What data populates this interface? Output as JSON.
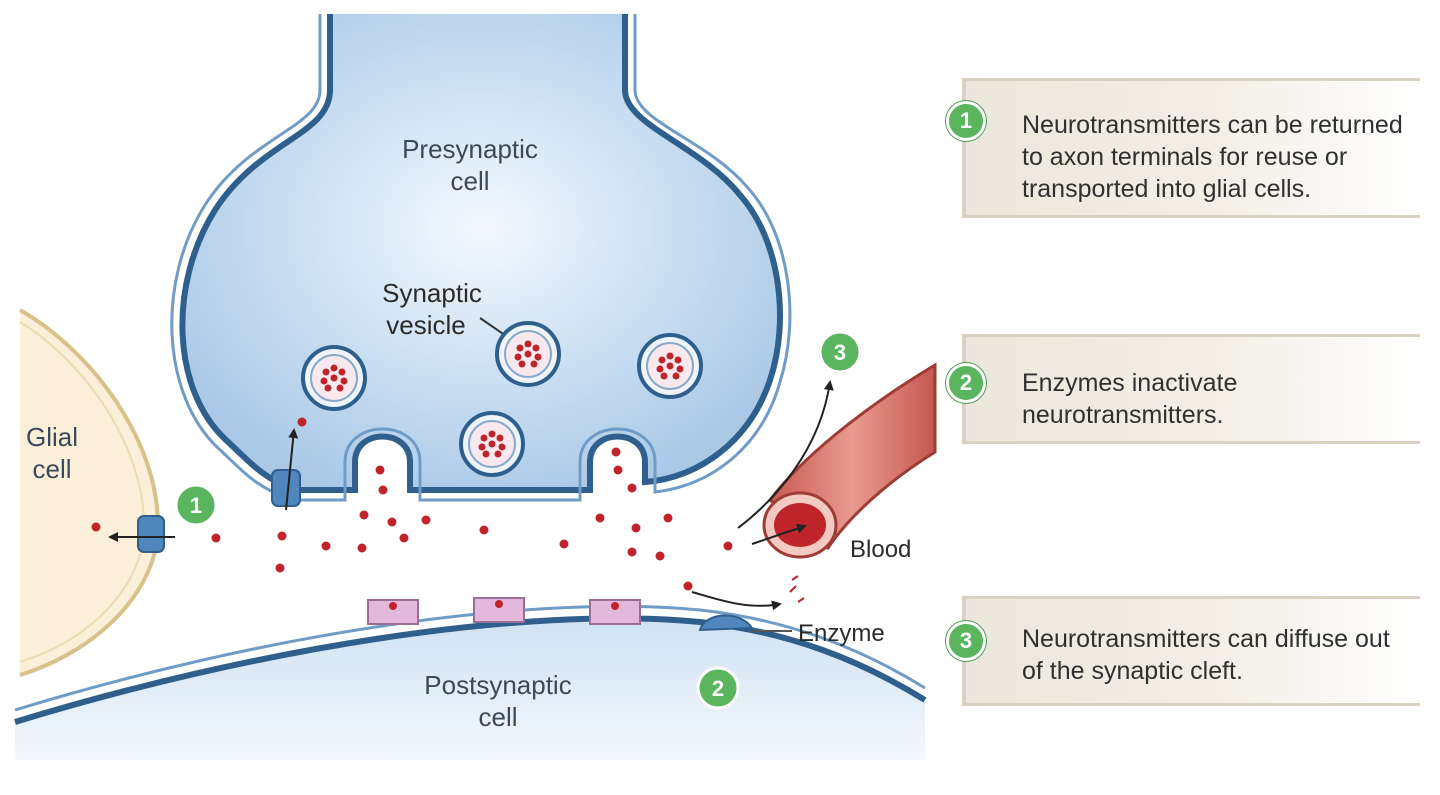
{
  "labels": {
    "presynaptic": [
      "Presynaptic",
      "cell"
    ],
    "synaptic_vesicle": [
      "Synaptic",
      "vesicle"
    ],
    "glial": [
      "Glial",
      "cell"
    ],
    "postsynaptic": [
      "Postsynaptic",
      "cell"
    ],
    "blood": "Blood",
    "enzyme": "Enzyme"
  },
  "steps": [
    {
      "number": "1",
      "text": "Neurotransmitters can be returned to axon terminals for reuse or transported into glial cells."
    },
    {
      "number": "2",
      "text": "Enzymes inactivate neurotransmitters."
    },
    {
      "number": "3",
      "text": "Neurotransmitters can diffuse out of the synaptic cleft."
    }
  ],
  "colors": {
    "cell_fill": "#b8d4ee",
    "cell_border": "#2f5f8c",
    "glial_fill": "#fbefd9",
    "glial_border": "#d8c28a",
    "neurotransmitter": "#c0242b",
    "receptor": "#e3b8dc",
    "blood_vessel": "#d9736a",
    "badge": "#5bb55f"
  }
}
